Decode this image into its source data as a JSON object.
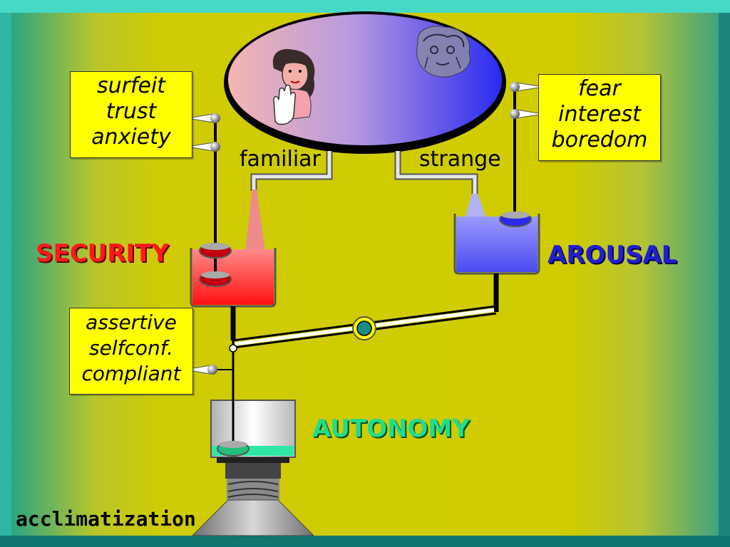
{
  "boxes": {
    "security_states": [
      "surfeit",
      "trust",
      "anxiety"
    ],
    "arousal_states": [
      "fear",
      "interest",
      "boredom"
    ],
    "autonomy_states": [
      "assertive",
      "selfconf.",
      "compliant"
    ]
  },
  "systems": {
    "security": "SECURITY",
    "arousal": "AROUSAL",
    "autonomy": "AUTONOMY"
  },
  "inputs": {
    "familiar": "familiar",
    "strange": "strange"
  },
  "footer": {
    "acclimatization": "acclimatization"
  },
  "colors": {
    "security": "#ff1a1a",
    "arousal": "#2020d0",
    "autonomy": "#22cc88",
    "label_box": "#ffff00",
    "background": "#d0cc00",
    "frame": "#1a8e86"
  },
  "icons": {
    "woman": "woman-stop-hand-icon",
    "old_man": "old-man-face-icon"
  }
}
